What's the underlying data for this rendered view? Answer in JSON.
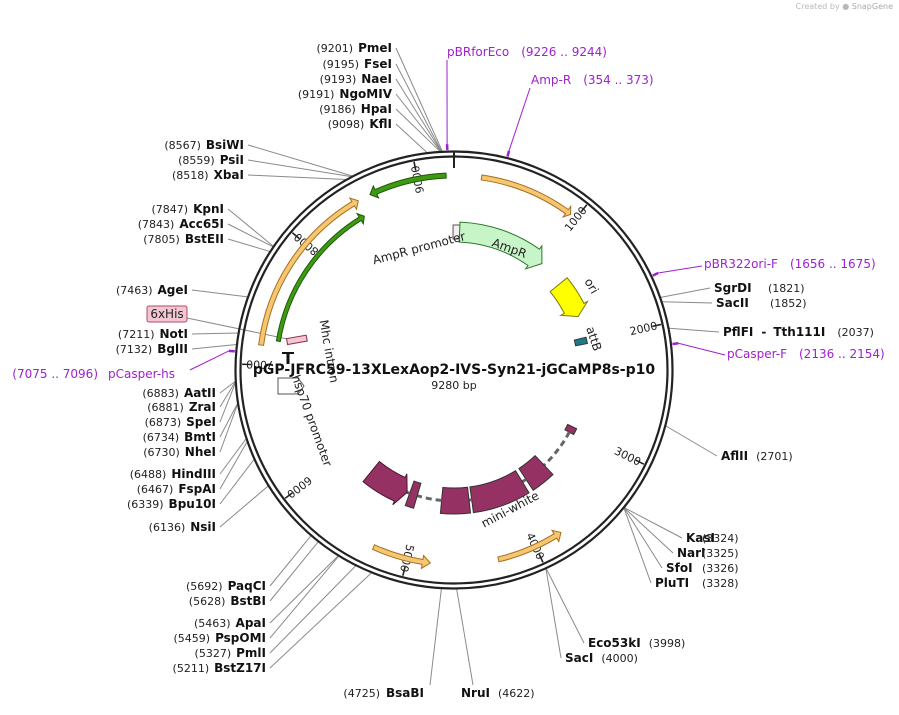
{
  "app": {
    "credit_prefix": "Created by",
    "credit_brand": "SnapGene"
  },
  "plasmid": {
    "name": "pGP-JFRC59-13XLexAop2-IVS-Syn21-jGCaMP8s-p10",
    "size_label": "9280 bp",
    "length": 9280
  },
  "colors": {
    "backbone": "#222222",
    "enzyme_line": "#8a8a8a",
    "primer": "#a020d0",
    "ampr": "#c8f5c8",
    "ori": "#ffff00",
    "attB": "#1f7a88",
    "mini_white": "#963163",
    "orange_arrow": "#f7c673",
    "green_arrow": "#3e9a12",
    "his_tag": "#f3c7d2"
  },
  "ticks": [
    {
      "bp": 1000,
      "label": "1000"
    },
    {
      "bp": 2000,
      "label": "2000"
    },
    {
      "bp": 3000,
      "label": "3000"
    },
    {
      "bp": 4000,
      "label": "4000"
    },
    {
      "bp": 5000,
      "label": "5000"
    },
    {
      "bp": 6000,
      "label": "6000"
    },
    {
      "bp": 7000,
      "label": "7000"
    },
    {
      "bp": 8000,
      "label": "8000"
    },
    {
      "bp": 9000,
      "label": "9000"
    }
  ],
  "enzymes_left": [
    {
      "pos": "(9201)",
      "name": "PmeI",
      "bp": 9201
    },
    {
      "pos": "(9195)",
      "name": "FseI",
      "bp": 9195
    },
    {
      "pos": "(9193)",
      "name": "NaeI",
      "bp": 9193
    },
    {
      "pos": "(9191)",
      "name": "NgoMIV",
      "bp": 9191
    },
    {
      "pos": "(9186)",
      "name": "HpaI",
      "bp": 9186
    },
    {
      "pos": "(9098)",
      "name": "KflI",
      "bp": 9098
    },
    {
      "pos": "(8567)",
      "name": "BsiWI",
      "bp": 8567
    },
    {
      "pos": "(8559)",
      "name": "PsiI",
      "bp": 8559
    },
    {
      "pos": "(8518)",
      "name": "XbaI",
      "bp": 8518
    },
    {
      "pos": "(7847)",
      "name": "KpnI",
      "bp": 7847
    },
    {
      "pos": "(7843)",
      "name": "Acc65I",
      "bp": 7843
    },
    {
      "pos": "(7805)",
      "name": "BstEII",
      "bp": 7805
    },
    {
      "pos": "(7463)",
      "name": "AgeI",
      "bp": 7463
    },
    {
      "pos": "(7211)",
      "name": "NotI",
      "bp": 7211
    },
    {
      "pos": "(7132)",
      "name": "BglII",
      "bp": 7132
    },
    {
      "pos": "(6883)",
      "name": "AatII",
      "bp": 6883
    },
    {
      "pos": "(6881)",
      "name": "ZraI",
      "bp": 6881
    },
    {
      "pos": "(6873)",
      "name": "SpeI",
      "bp": 6873
    },
    {
      "pos": "(6734)",
      "name": "BmtI",
      "bp": 6734
    },
    {
      "pos": "(6730)",
      "name": "NheI",
      "bp": 6730
    },
    {
      "pos": "(6488)",
      "name": "HindIII",
      "bp": 6488
    },
    {
      "pos": "(6467)",
      "name": "FspAI",
      "bp": 6467
    },
    {
      "pos": "(6339)",
      "name": "Bpu10I",
      "bp": 6339
    },
    {
      "pos": "(6136)",
      "name": "NsiI",
      "bp": 6136
    },
    {
      "pos": "(5692)",
      "name": "PaqCI",
      "bp": 5692
    },
    {
      "pos": "(5628)",
      "name": "BstBI",
      "bp": 5628
    },
    {
      "pos": "(5463)",
      "name": "ApaI",
      "bp": 5463
    },
    {
      "pos": "(5459)",
      "name": "PspOMI",
      "bp": 5459
    },
    {
      "pos": "(5327)",
      "name": "PmlI",
      "bp": 5327
    },
    {
      "pos": "(5211)",
      "name": "BstZ17I",
      "bp": 5211
    },
    {
      "pos": "(4725)",
      "name": "BsaBI",
      "bp": 4725
    }
  ],
  "enzymes_right": [
    {
      "name": "NruI",
      "pos": "(4622)",
      "bp": 4622
    },
    {
      "name": "SgrDI",
      "pos": "(1821)",
      "bp": 1821
    },
    {
      "name": "SacII",
      "pos": "(1852)",
      "bp": 1852
    },
    {
      "name": "PflFI",
      "name2": "Tth111I",
      "pos": "(2037)",
      "bp": 2037
    },
    {
      "name": "AflII",
      "pos": "(2701)",
      "bp": 2701
    },
    {
      "name": "KasI",
      "pos": "(3324)",
      "bp": 3324
    },
    {
      "name": "NarI",
      "pos": "(3325)",
      "bp": 3325
    },
    {
      "name": "SfoI",
      "pos": "(3326)",
      "bp": 3326
    },
    {
      "name": "PluTI",
      "pos": "(3328)",
      "bp": 3328
    },
    {
      "name": "Eco53kI",
      "pos": "(3998)",
      "bp": 3998
    },
    {
      "name": "SacI",
      "pos": "(4000)",
      "bp": 4000
    }
  ],
  "primers": [
    {
      "name": "pBRforEco",
      "range": "(9226 .. 9244)",
      "bp": 9235
    },
    {
      "name": "Amp-R",
      "range": "(354 .. 373)",
      "bp": 363
    },
    {
      "name": "pBR322ori-F",
      "range": "(1656 .. 1675)",
      "bp": 1665
    },
    {
      "name": "pCasper-F",
      "range": "(2136 .. 2154)",
      "bp": 2145
    },
    {
      "name": "pCasper-hs",
      "range": "(7075 .. 7096)",
      "bp": 7085
    }
  ],
  "features": {
    "ampr_promoter": "AmpR promoter",
    "ampr": "AmpR",
    "ori": "ori",
    "attB": "attB",
    "mini_white": "mini-white",
    "his_tag": "6xHis",
    "hsp70_promoter": "hsp70 promoter",
    "intron": "Mhc intron"
  }
}
